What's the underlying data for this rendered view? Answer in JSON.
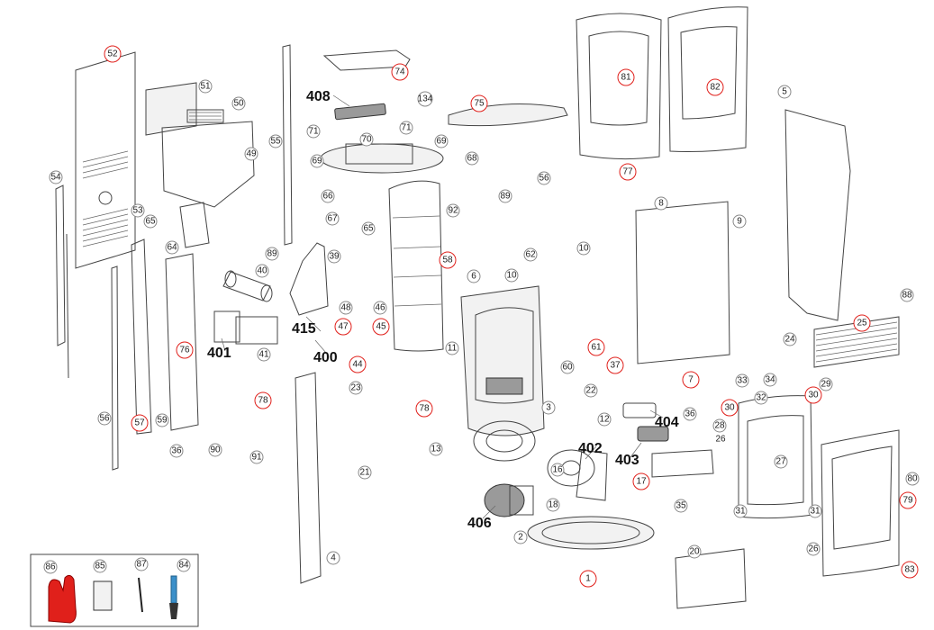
{
  "diagram": {
    "accent_color": "#e0201b",
    "outline_color": "#444444",
    "callouts": {
      "c1": "1",
      "c2": "2",
      "c3": "3",
      "c4": "4",
      "c5": "5",
      "c6": "6",
      "c7": "7",
      "c8": "8",
      "c9": "9",
      "c10a": "10",
      "c10b": "10",
      "c11": "11",
      "c12": "12",
      "c13": "13",
      "c16": "16",
      "c17": "17",
      "c18": "18",
      "c20": "20",
      "c21": "21",
      "c22": "22",
      "c23": "23",
      "c24": "24",
      "c25": "25",
      "c26a": "26",
      "c26b": "26",
      "c27": "27",
      "c28": "28",
      "c29": "29",
      "c30a": "30",
      "c30b": "30",
      "c31a": "31",
      "c31b": "31",
      "c32": "32",
      "c33": "33",
      "c34": "34",
      "c35": "35",
      "c36a": "36",
      "c36b": "36",
      "c37": "37",
      "c39": "39",
      "c40": "40",
      "c41": "41",
      "c44": "44",
      "c45": "45",
      "c46": "46",
      "c47": "47",
      "c48": "48",
      "c49": "49",
      "c50": "50",
      "c51": "51",
      "c52": "52",
      "c53": "53",
      "c54": "54",
      "c55": "55",
      "c56a": "56",
      "c56b": "56",
      "c57": "57",
      "c58": "58",
      "c59": "59",
      "c60": "60",
      "c61": "61",
      "c62": "62",
      "c64": "64",
      "c65a": "65",
      "c65b": "65",
      "c66": "66",
      "c67": "67",
      "c68": "68",
      "c69a": "69",
      "c69b": "69",
      "c70": "70",
      "c71a": "71",
      "c71b": "71",
      "c74": "74",
      "c75": "75",
      "c76": "76",
      "c77": "77",
      "c78a": "78",
      "c78b": "78",
      "c79": "79",
      "c80": "80",
      "c81": "81",
      "c82": "82",
      "c83": "83",
      "c84": "84",
      "c85": "85",
      "c86": "86",
      "c87": "87",
      "c88": "88",
      "c89a": "89",
      "c89b": "89",
      "c90": "90",
      "c91": "91",
      "c92": "92",
      "c134": "134"
    },
    "bold_labels": {
      "l400": "400",
      "l401": "401",
      "l402": "402",
      "l403": "403",
      "l404": "404",
      "l406": "406",
      "l408": "408",
      "l415": "415"
    }
  }
}
